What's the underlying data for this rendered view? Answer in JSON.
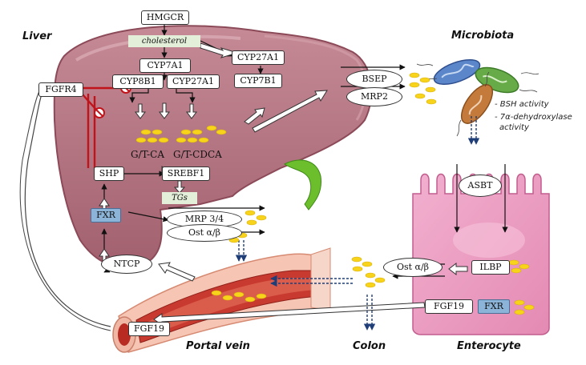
{
  "regions": {
    "liver": "Liver",
    "microbiota": "Microbiota",
    "portal_vein": "Portal vein",
    "colon": "Colon",
    "enterocyte": "Enterocyte"
  },
  "liver_nodes": {
    "hmgcr": "HMGCR",
    "cholesterol": "cholesterol",
    "cyp7a1": "CYP7A1",
    "cyp8b1": "CYP8B1",
    "cyp27a1_a": "CYP27A1",
    "cyp27a1_b": "CYP27A1",
    "cyp7b1": "CYP7B1",
    "gtca": "G/T-CA",
    "gtcdca": "G/T-CDCA",
    "shp": "SHP",
    "srebf1": "SREBF1",
    "tgs": "TGs",
    "fxr": "FXR",
    "ntcp": "NTCP",
    "fgfr4": "FGFR4"
  },
  "transporters": {
    "bsep": "BSEP",
    "mrp2": "MRP2",
    "mrp34": "MRP 3/4",
    "ost_liver": "Ost α/β",
    "ost_ent": "Ost α/β",
    "asbt": "ASBT",
    "ilbp": "ILBP"
  },
  "enterocyte_nodes": {
    "fgf19_ent": "FGF19",
    "fxr_ent": "FXR"
  },
  "portal_nodes": {
    "fgf19_portal": "FGF19"
  },
  "microbiota_notes": {
    "bsh": "- BSH activity",
    "dehydroxylase_line1": "- 7α-dehydroxylase",
    "dehydroxylase_line2": "activity"
  },
  "colors": {
    "liver": "#b8727f",
    "liver_dark": "#8c4a58",
    "enterocyte": "#eea3c4",
    "inhibition": "#c0141a",
    "bile_acid": "#f7d31b",
    "gallbladder": "#6cbe2d",
    "fxr_box": "#8cb4d8",
    "green_label": "#e3efd9"
  }
}
